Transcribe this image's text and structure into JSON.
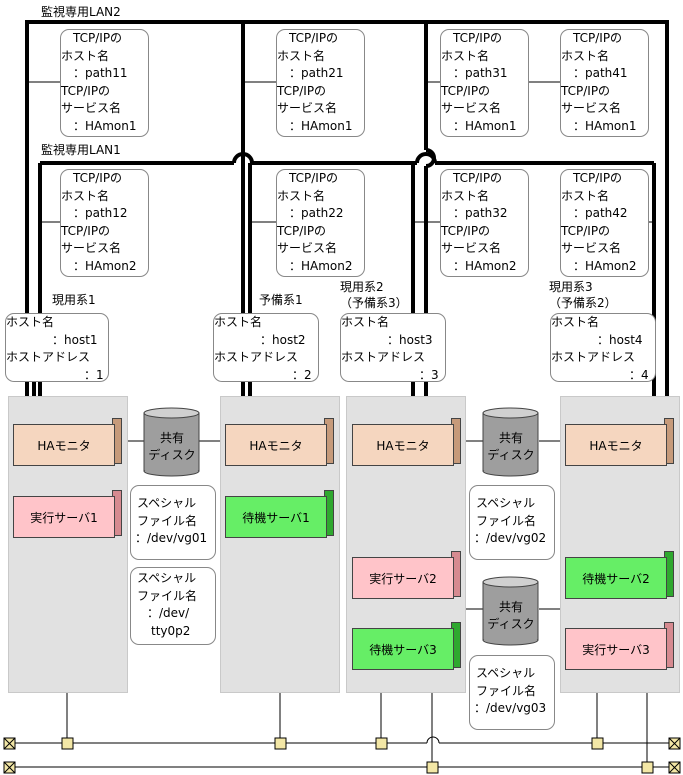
{
  "lan2_label": "監視専用LAN2",
  "lan1_label": "監視専用LAN1",
  "tcp_boxes": [
    {
      "l1": "TCP/IPの",
      "l2": "ホスト名",
      "l3": "：path11",
      "l4": "TCP/IPの",
      "l5": "サービス名",
      "l6": "：HAmon1"
    },
    {
      "l1": "TCP/IPの",
      "l2": "ホスト名",
      "l3": "：path21",
      "l4": "TCP/IPの",
      "l5": "サービス名",
      "l6": "：HAmon1"
    },
    {
      "l1": "TCP/IPの",
      "l2": "ホスト名",
      "l3": "：path31",
      "l4": "TCP/IPの",
      "l5": "サービス名",
      "l6": "：HAmon1"
    },
    {
      "l1": "TCP/IPの",
      "l2": "ホスト名",
      "l3": "：path41",
      "l4": "TCP/IPの",
      "l5": "サービス名",
      "l6": "：HAmon1"
    },
    {
      "l1": "TCP/IPの",
      "l2": "ホスト名",
      "l3": "：path12",
      "l4": "TCP/IPの",
      "l5": "サービス名",
      "l6": "：HAmon2"
    },
    {
      "l1": "TCP/IPの",
      "l2": "ホスト名",
      "l3": "：path22",
      "l4": "TCP/IPの",
      "l5": "サービス名",
      "l6": "：HAmon2"
    },
    {
      "l1": "TCP/IPの",
      "l2": "ホスト名",
      "l3": "：path32",
      "l4": "TCP/IPの",
      "l5": "サービス名",
      "l6": "：HAmon2"
    },
    {
      "l1": "TCP/IPの",
      "l2": "ホスト名",
      "l3": "：path42",
      "l4": "TCP/IPの",
      "l5": "サービス名",
      "l6": "：HAmon2"
    }
  ],
  "systems": [
    {
      "role": "現用系1",
      "role2": "",
      "l1": "ホスト名",
      "l2": "：host1",
      "l3": "ホストアドレス",
      "l4": "：1"
    },
    {
      "role": "予備系1",
      "role2": "",
      "l1": "ホスト名",
      "l2": "：host2",
      "l3": "ホストアドレス",
      "l4": "：2"
    },
    {
      "role": "現用系2",
      "role2": "（予備系3）",
      "l1": "ホスト名",
      "l2": "：host3",
      "l3": "ホストアドレス",
      "l4": "：3"
    },
    {
      "role": "現用系3",
      "role2": "（予備系2）",
      "l1": "ホスト名",
      "l2": "：host4",
      "l3": "ホストアドレス",
      "l4": "：4"
    }
  ],
  "ha_monitor": "HAモニタ",
  "servers": {
    "exec1": "実行サーバ1",
    "standby1": "待機サーバ1",
    "exec2": "実行サーバ2",
    "standby3": "待機サーバ3",
    "standby2": "待機サーバ2",
    "exec3": "実行サーバ3"
  },
  "shared_disk": {
    "l1": "共有",
    "l2": "ディスク"
  },
  "special_files": [
    {
      "l1": "スペシャル",
      "l2": "ファイル名",
      "l3": "：/dev/vg01",
      "l4": ""
    },
    {
      "l1": "スペシャル",
      "l2": "ファイル名",
      "l3": "：/dev/",
      "l4": "tty0p2"
    },
    {
      "l1": "スペシャル",
      "l2": "ファイル名",
      "l3": "：/dev/vg02",
      "l4": ""
    },
    {
      "l1": "スペシャル",
      "l2": "ファイル名",
      "l3": "：/dev/vg03",
      "l4": ""
    }
  ],
  "colors": {
    "ha_monitor": "#f5d6bf",
    "exec_server": "#ffc4c9",
    "standby_server": "#66ee66",
    "container": "#e1e1e1",
    "disk": "#9e9e9e"
  }
}
